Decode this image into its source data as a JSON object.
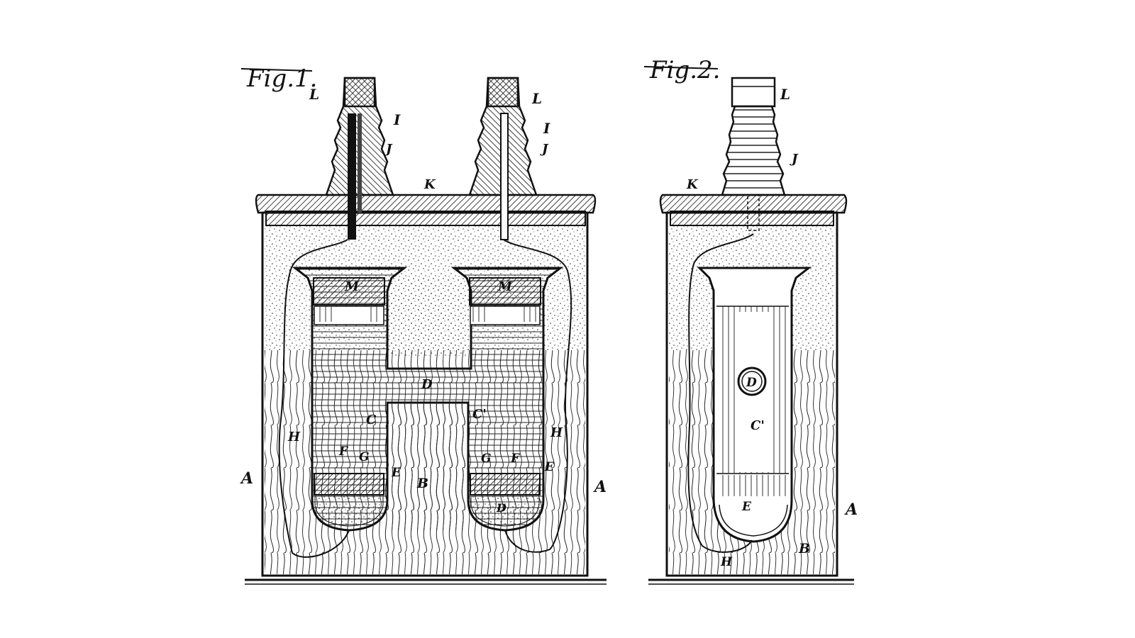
{
  "figures": {
    "fig1": {
      "title": "Fig.1.",
      "labels": {
        "L_left": "L",
        "L_right": "L",
        "I_left": "I",
        "I_right": "I",
        "J_left": "J",
        "J_right": "J",
        "K": "K",
        "M_left": "M",
        "M_right": "M",
        "D": "D",
        "C": "C",
        "C_prime": "C'",
        "H_left": "H",
        "H_right": "H",
        "F_left": "F",
        "G_left": "G",
        "E_left": "E",
        "G_right": "G",
        "F_right": "F",
        "E_right": "E",
        "A_left": "A",
        "A_right": "A",
        "B": "B",
        "D_bottom": "D"
      }
    },
    "fig2": {
      "title": "Fig.2.",
      "labels": {
        "L": "L",
        "J": "J",
        "K": "K",
        "D": "D",
        "C_prime": "C'",
        "E": "E",
        "A": "A",
        "B": "B",
        "H": "H"
      }
    }
  }
}
